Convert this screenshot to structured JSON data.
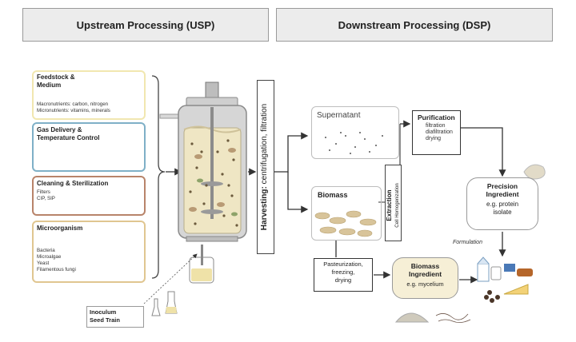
{
  "headers": {
    "usp": "Upstream Processing (USP)",
    "dsp": "Downstream Processing (DSP)"
  },
  "inputs": {
    "feedstock": {
      "title": "Feedstock &\nMedium",
      "line1": "Macronutrients: carbon, nitrogen",
      "line2": "Micronutrients: vitamins, minerals"
    },
    "gas": {
      "title": "Gas Delivery &\nTemperature Control"
    },
    "cleaning": {
      "title": "Cleaning & Sterilization",
      "line1": "Filters",
      "line2": "CIP, SIP"
    },
    "microorganism": {
      "title": "Microorganism",
      "items": [
        "Bacteria",
        "Microalgae",
        "Yeast",
        "Filamentous fungi"
      ]
    }
  },
  "inoculum": "Inoculum\nSeed Train",
  "harvesting": {
    "bold": "Harvesting:",
    "rest": " centrifugation, filtration"
  },
  "supernatant": "Supernatant",
  "purification": {
    "title": "Purification",
    "steps": [
      "filtration",
      "diafiltration",
      "drying"
    ]
  },
  "biomass": "Biomass",
  "extraction": {
    "title": "Extraction",
    "sub": "Cell Homogenization"
  },
  "precision": {
    "title": "Precision\nIngredient",
    "sub": "e.g. protein\nisolate"
  },
  "pasteurization": "Pasteurization,\nfreezing,\ndrying",
  "biomass_ingredient": {
    "title": "Biomass\nIngredient",
    "sub": "e.g. mycelium"
  },
  "formulation": "Formulation",
  "colors": {
    "feedstock_border": "#f1e7b0",
    "gas_border": "#7fb0c7",
    "cleaning_border": "#b8846a",
    "micro_border": "#e0c690",
    "cream": "#f6efd6",
    "arrow": "#333333"
  }
}
